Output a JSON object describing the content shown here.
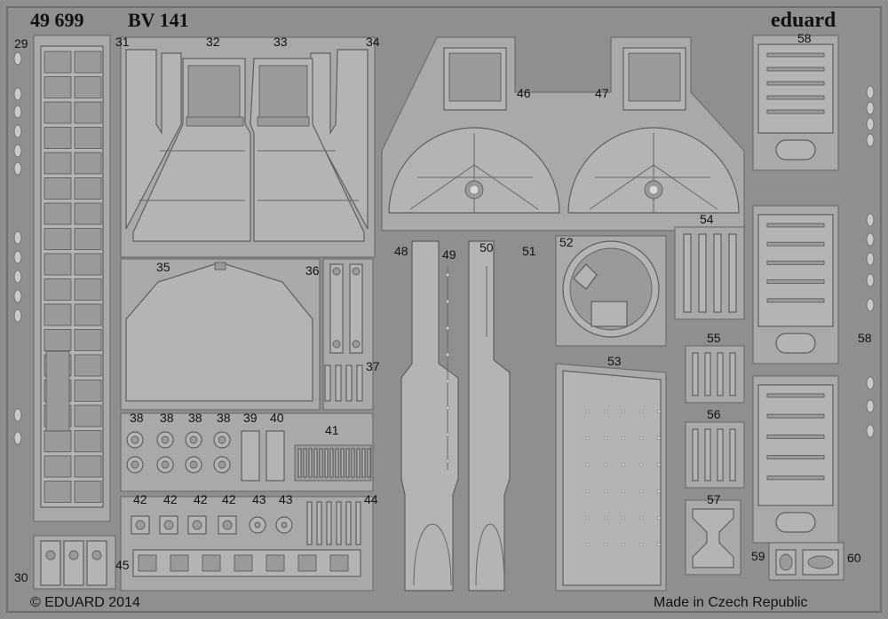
{
  "sheet": {
    "code": "49 699",
    "title": "BV 141",
    "brand": "eduard",
    "copyright": "© EDUARD 2014",
    "origin": "Made in Czech Republic",
    "part_numbers": {
      "p29": "29",
      "p30": "30",
      "p31": "31",
      "p32": "32",
      "p33": "33",
      "p34": "34",
      "p35": "35",
      "p36": "36",
      "p37": "37",
      "p38a": "38",
      "p38b": "38",
      "p38c": "38",
      "p38d": "38",
      "p39": "39",
      "p40": "40",
      "p41": "41",
      "p42a": "42",
      "p42b": "42",
      "p42c": "42",
      "p42d": "42",
      "p43a": "43",
      "p43b": "43",
      "p44": "44",
      "p45": "45",
      "p46": "46",
      "p47": "47",
      "p48": "48",
      "p49": "49",
      "p50": "50",
      "p51": "51",
      "p52": "52",
      "p53": "53",
      "p54": "54",
      "p55": "55",
      "p56": "56",
      "p57": "57",
      "p58a": "58",
      "p58b": "58",
      "p59": "59",
      "p60": "60"
    }
  }
}
